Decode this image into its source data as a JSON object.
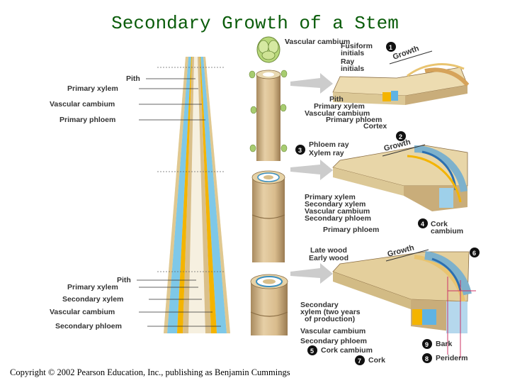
{
  "title": "Secondary Growth of a Stem",
  "copyright": "Copyright © 2002 Pearson Education, Inc., publishing as Benjamin Cummings",
  "left_labels_upper": [
    "Pith",
    "Primary xylem",
    "Vascular cambium",
    "Primary phloem"
  ],
  "left_labels_lower": [
    "Pith",
    "Primary xylem",
    "Secondary xylem",
    "Vascular cambium",
    "Secondary phloem"
  ],
  "top_label": "Vascular cambium",
  "stage1": {
    "number": "1",
    "labels_top": [
      "Fusiform",
      "initials",
      "Ray",
      "initials"
    ],
    "growth": "Growth",
    "labels_bottom": [
      "Pith",
      "Primary xylem",
      "Vascular cambium",
      "Primary phloem",
      "Cortex"
    ]
  },
  "stage2": {
    "number": "2",
    "number3": "3",
    "labels_top": [
      "Phloem ray",
      "Xylem ray"
    ],
    "growth": "Growth",
    "labels_bottom": [
      "Primary xylem",
      "Secondary xylem",
      "Vascular cambium",
      "Secondary phloem",
      "Primary phloem"
    ],
    "number4": "4",
    "cork_cambium": [
      "Cork",
      "cambium"
    ]
  },
  "stage3": {
    "labels_top": [
      "Late wood",
      "Early wood"
    ],
    "growth": "Growth",
    "number6": "6",
    "labels_bottom": [
      "Secondary",
      "xylem (two years",
      "of production)",
      "Vascular cambium",
      "Secondary phloem",
      "Cork cambium",
      "Cork"
    ],
    "number5": "5",
    "number7": "7",
    "number9": "9",
    "number8": "8",
    "bark": "Bark",
    "periderm": "Periderm"
  },
  "colors": {
    "title": "#0a5c0a",
    "badge": "#111111",
    "periderm_line": "#cc3366",
    "arrow": "#cccccc"
  }
}
